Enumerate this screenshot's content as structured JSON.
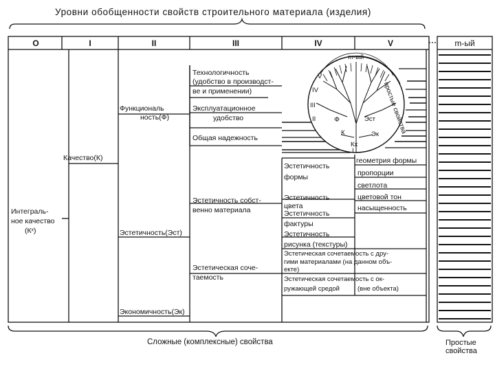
{
  "title": "Уровни обобщенности свойств строительного материала (изделия)",
  "levels": {
    "l0": "O",
    "l1": "I",
    "l2": "II",
    "l3": "III",
    "l4": "IV",
    "l5": "V",
    "lm": "m-ый"
  },
  "level0": {
    "line1": "Интеграль-",
    "line2": "ное качество",
    "line3": "(Кˣ)"
  },
  "level1": {
    "quality": "Качество(К)"
  },
  "level2": {
    "func1": "Функциональ",
    "func2": "ность(Ф)",
    "aesthetic": "Эстетичность(Эст)",
    "economic": "Экономичность(Эк)"
  },
  "level3": {
    "tech1": "Технологичность",
    "tech2": "(удобство в производст-",
    "tech3": "ве и применении)",
    "expl1": "Эксплуатационное",
    "expl2": "удобство",
    "reliab": "Общая надежность",
    "aes_own1": "Эстетичность собст-",
    "aes_own2": "венно материала",
    "aes_comb1": "Эстетическая соче-",
    "aes_comb2": "таемость"
  },
  "level4": {
    "form1": "Эстетичность",
    "form2": "формы",
    "color1": "Эстетичность",
    "color2": "цвета",
    "fact1": "Эстетичность",
    "fact2": "фактуры",
    "pat1": "Эстетичность",
    "pat2": "рисунка (текстуры)",
    "comb_other1": "Эстетическая сочетаемость с дру-",
    "comb_other2": "гими материалами (на данном объ-",
    "comb_other3": "екте)",
    "comb_env1": "Эстетическая сочетаемость с ок-",
    "comb_env2": "ружающей средой"
  },
  "level5": {
    "geometry": "геометрия формы",
    "proportions": "пропорции",
    "lightness": "светлота",
    "hue": "цветовой тон",
    "saturation": "насыщенность",
    "outside": "(вне объекта)"
  },
  "tree": {
    "m_label": "m-ый",
    "simple_label": "простые свойства",
    "f": "Ф",
    "est": "Эст",
    "k": "К",
    "ek": "Эк",
    "kx": "Кх",
    "roman": [
      "I",
      "II",
      "III",
      "IV",
      "V"
    ]
  },
  "footer": {
    "complex": "Сложные (комплексные) свойства",
    "simple1": "Простые",
    "simple2": "свойства"
  }
}
